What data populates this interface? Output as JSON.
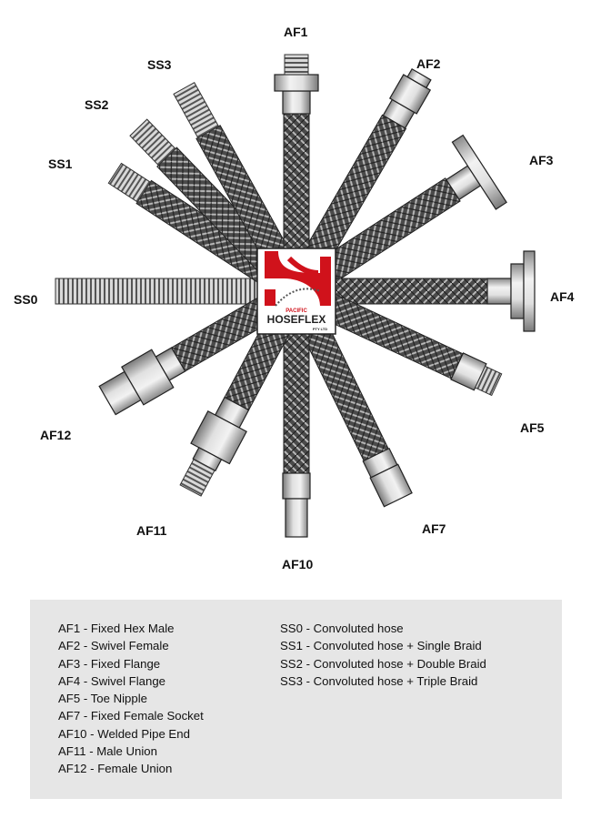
{
  "diagram": {
    "labels": {
      "af1": "AF1",
      "af2": "AF2",
      "af3": "AF3",
      "af4": "AF4",
      "af5": "AF5",
      "af7": "AF7",
      "af10": "AF10",
      "af11": "AF11",
      "af12": "AF12",
      "ss0": "SS0",
      "ss1": "SS1",
      "ss2": "SS2",
      "ss3": "SS3"
    },
    "logo": {
      "top_text": "PACIFIC",
      "main_text": "HOSEFLEX",
      "sub_text": "PTY LTD",
      "accent_color": "#d0121b"
    }
  },
  "legend": {
    "left": [
      "AF1 - Fixed Hex Male",
      "AF2 - Swivel Female",
      "AF3 - Fixed Flange",
      "AF4 - Swivel Flange",
      "AF5 - Toe Nipple",
      "AF7 - Fixed Female Socket",
      "AF10 - Welded Pipe End",
      "AF11 - Male Union",
      "AF12 - Female Union"
    ],
    "right": [
      "SS0 - Convoluted hose",
      "SS1 - Convoluted hose + Single Braid",
      "SS2 - Convoluted hose + Double Braid",
      "SS3 - Convoluted hose + Triple Braid"
    ]
  }
}
